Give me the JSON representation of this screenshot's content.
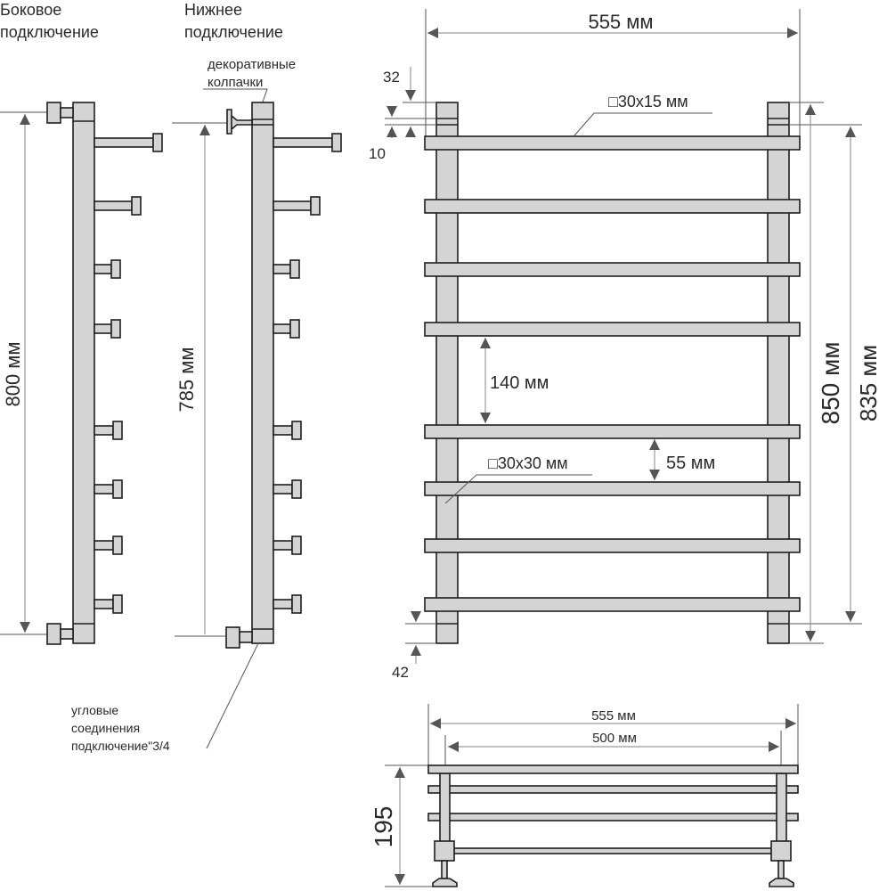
{
  "views": {
    "side": {
      "title_line1": "Боковое",
      "title_line2": "подключение",
      "height_label": "800 мм"
    },
    "bottom": {
      "title_line1": "Нижнее",
      "title_line2": "подключение",
      "height_label": "785 мм",
      "caps_line1": "декоративные",
      "caps_line2": "колпачки"
    },
    "corner_note": {
      "line1": "угловые",
      "line2": "соединения",
      "line3": "подключение\"3/4"
    },
    "front": {
      "width_label": "555 мм",
      "height_outer_label": "850 мм",
      "height_axis_label": "835 мм",
      "top_offset_label": "32",
      "cap_label": "10",
      "bottom_offset_label": "42",
      "bar_section_label": "□30x15 мм",
      "column_section_label": "□30x30 мм",
      "gap_large_label": "140 мм",
      "gap_small_label": "55 мм"
    },
    "top_view": {
      "width_outer_label": "555 мм",
      "width_axis_label": "500 мм",
      "depth_label": "195"
    }
  },
  "colors": {
    "metal": "#d4d4d4",
    "outline": "#1e1e1e",
    "dimension": "#9a9a9a"
  }
}
